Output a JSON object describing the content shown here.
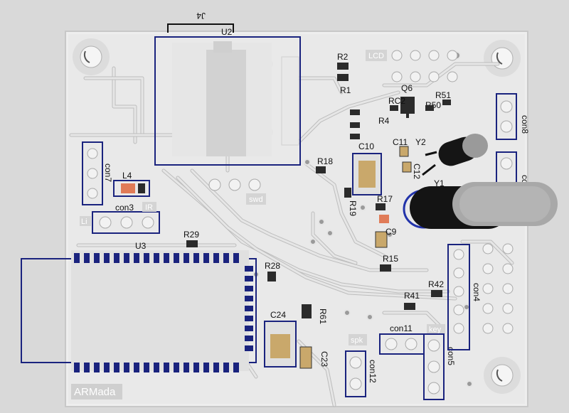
{
  "board": {
    "name": "ARMada",
    "colors": {
      "background": "#d9d9d9",
      "board": "#efefef",
      "outline": "#1a237e",
      "component_body": "#2b2b2b",
      "inductor": "#e07b57"
    }
  },
  "labels": {
    "u2": "U2",
    "j4": "J4",
    "u3": "U3",
    "r1": "R1",
    "r2": "R2",
    "r4": "R4",
    "r50": "R50",
    "r51": "R51",
    "r52": "RC2",
    "q6": "Q6",
    "c10": "C10",
    "c11": "C11",
    "c12": "C12",
    "y2": "Y2",
    "y1": "Y1",
    "r18": "R18",
    "r19": "R19",
    "r17": "R17",
    "c9": "C9",
    "l4": "L4",
    "con7": "con7",
    "con3": "con3",
    "con8": "con8",
    "con2": "co",
    "con4": "con4",
    "con5": "con5",
    "con11": "con11",
    "con12": "con12",
    "r29": "R29",
    "r28": "R28",
    "r61": "R61",
    "c24": "C24",
    "c23": "C23",
    "r15": "R15",
    "r42": "R42",
    "r41": "R41"
  },
  "silkscreen": {
    "lcd": "LCD",
    "swd": "swd",
    "ir": "IR",
    "li": "Li",
    "spk": "spk",
    "key": "key",
    "brand": "ARMada"
  }
}
